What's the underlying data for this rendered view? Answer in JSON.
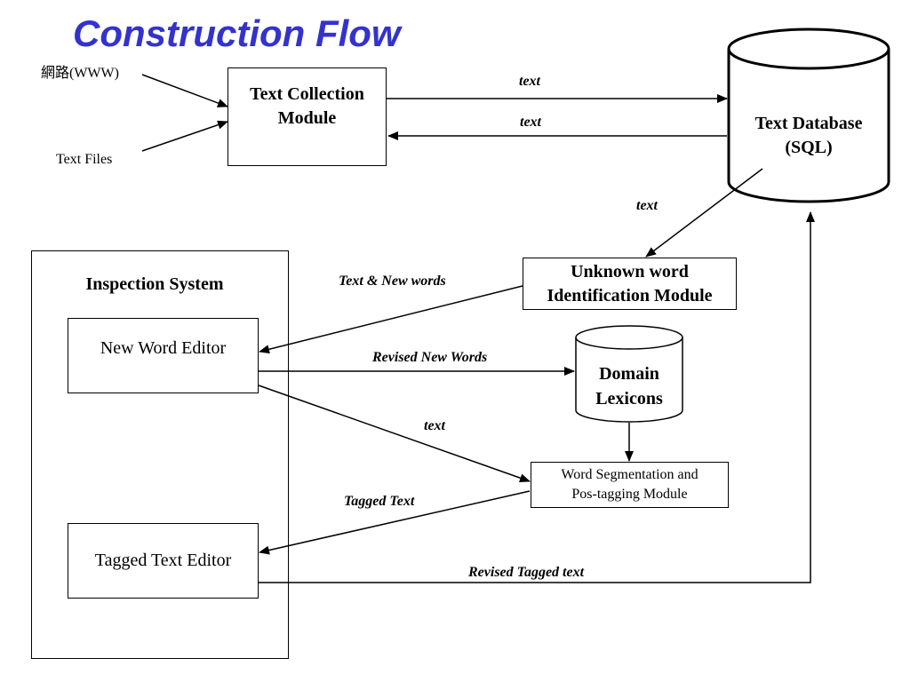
{
  "title": "Construction Flow",
  "inputs": {
    "www": "網路(WWW)",
    "text_files": "Text Files"
  },
  "nodes": {
    "text_collection": {
      "line1": "Text Collection",
      "line2": "Module"
    },
    "text_database": {
      "line1": "Text Database",
      "line2": "(SQL)"
    },
    "unknown_word": {
      "line1": "Unknown word",
      "line2": "Identification Module"
    },
    "inspection_system": "Inspection System",
    "new_word_editor": "New Word Editor",
    "tagged_text_editor": "Tagged Text Editor",
    "domain_lexicons": {
      "line1": "Domain",
      "line2": "Lexicons"
    },
    "word_segmentation": {
      "line1": "Word Segmentation and",
      "line2": "Pos-tagging Module"
    }
  },
  "edge_labels": {
    "collection_to_db": "text",
    "db_to_collection": "text",
    "db_to_unknown": "text",
    "unknown_to_editor": "Text & New words",
    "editor_to_lexicons": "Revised New Words",
    "editor_to_segmentation": "text",
    "segmentation_to_tagged": "Tagged Text",
    "tagged_to_db": "Revised Tagged text"
  }
}
